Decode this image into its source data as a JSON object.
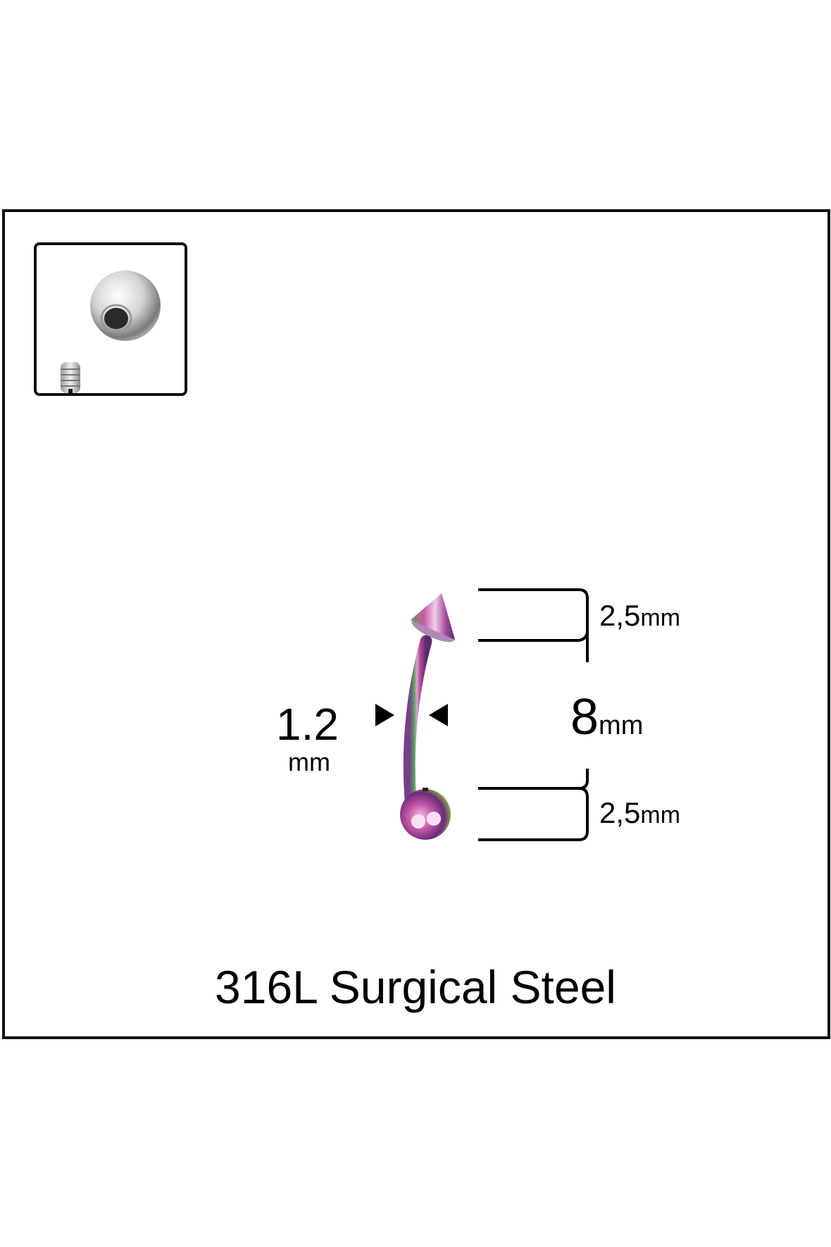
{
  "product": {
    "material_label": "316L Surgical Steel",
    "colors": {
      "outline": "#111111",
      "rainbow_pink": "#c75aa8",
      "rainbow_green": "#5aa05a",
      "rainbow_purple": "#7a3c8c",
      "steel": "#c8c8c8"
    }
  },
  "inset": {
    "icon": "threaded-ball-and-pin-icon"
  },
  "dimensions": {
    "gauge_value": "1.2",
    "gauge_unit": "mm",
    "top_end_value": "2,5",
    "top_end_unit": "mm",
    "length_value": "8",
    "length_unit": "mm",
    "bottom_end_value": "2,5",
    "bottom_end_unit": "mm"
  }
}
